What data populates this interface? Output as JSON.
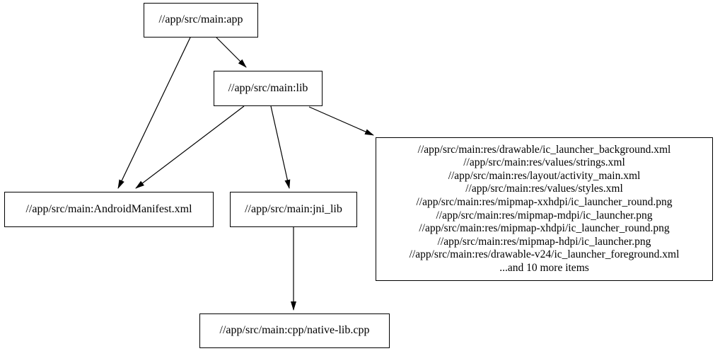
{
  "diagram": {
    "type": "dependency-graph",
    "background_color": "#ffffff",
    "node_fill_color": "#ffffff",
    "node_border_color": "#000000",
    "edge_color": "#000000",
    "nodes": {
      "app": {
        "label": "//app/src/main:app"
      },
      "lib": {
        "label": "//app/src/main:lib"
      },
      "manifest": {
        "label": "//app/src/main:AndroidManifest.xml"
      },
      "jni_lib": {
        "label": "//app/src/main:jni_lib"
      },
      "cpp": {
        "label": "//app/src/main:cpp/native-lib.cpp"
      },
      "res_group": {
        "lines": [
          "//app/src/main:res/drawable/ic_launcher_background.xml",
          "//app/src/main:res/values/strings.xml",
          "//app/src/main:res/layout/activity_main.xml",
          "//app/src/main:res/values/styles.xml",
          "//app/src/main:res/mipmap-xxhdpi/ic_launcher_round.png",
          "//app/src/main:res/mipmap-mdpi/ic_launcher.png",
          "//app/src/main:res/mipmap-xhdpi/ic_launcher_round.png",
          "//app/src/main:res/mipmap-hdpi/ic_launcher.png",
          "//app/src/main:res/drawable-v24/ic_launcher_foreground.xml",
          "...and 10 more items"
        ]
      }
    },
    "edges": [
      {
        "from": "app",
        "to": "lib"
      },
      {
        "from": "app",
        "to": "manifest"
      },
      {
        "from": "lib",
        "to": "manifest"
      },
      {
        "from": "lib",
        "to": "jni_lib"
      },
      {
        "from": "lib",
        "to": "res_group"
      },
      {
        "from": "jni_lib",
        "to": "cpp"
      }
    ]
  }
}
